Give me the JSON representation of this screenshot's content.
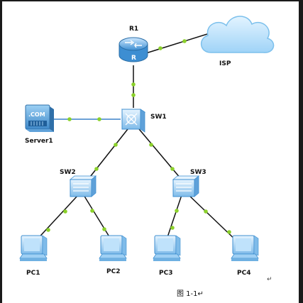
{
  "labels": {
    "r1": "R1",
    "isp": "ISP",
    "server1": "Server1",
    "sw1": "SW1",
    "sw2": "SW2",
    "sw3": "SW3",
    "pc1": "PC1",
    "pc2": "PC2",
    "pc3": "PC3",
    "pc4": "PC4",
    "server_badge": ".COM",
    "router_glyph": "R",
    "caption": "图 1-1↵",
    "return_mark": "↵"
  },
  "colors": {
    "link_black": "#111111",
    "link_blue": "#3b82c8",
    "link_dot": "#8bd12a",
    "device_light": "#dcefff",
    "device_mid": "#8ec5ef",
    "device_dark": "#3f8fd0",
    "cloud_fill": "#bfe3fb",
    "cloud_stroke": "#7cc0ec",
    "frame": "#1a1a1a"
  },
  "icons": {
    "router": "router-icon",
    "cloud": "cloud-icon",
    "server": "server-icon",
    "core_switch": "core-switch-icon",
    "access_switch": "access-switch-icon",
    "pc": "pc-icon"
  }
}
